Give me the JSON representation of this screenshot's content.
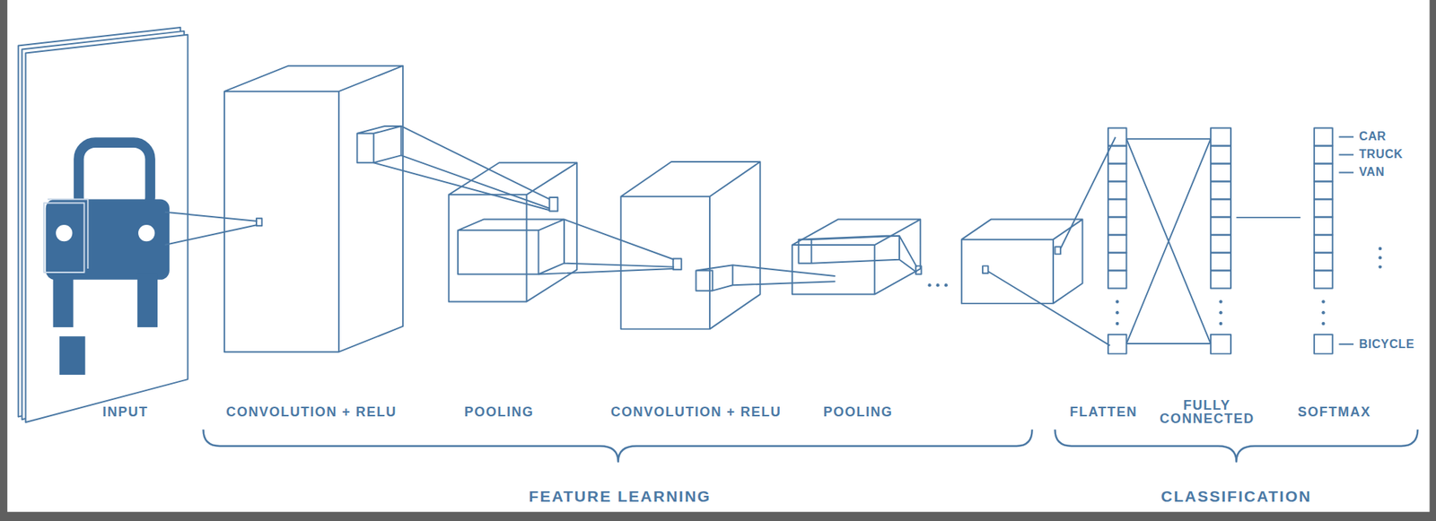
{
  "diagram": {
    "labels": [
      "INPUT",
      "CONVOLUTION + RELU",
      "POOLING",
      "CONVOLUTION + RELU",
      "POOLING",
      "FLATTEN",
      "FULLY CONNECTED",
      "SOFTMAX",
      "FEATURE LEARNING",
      "CLASSIFICATION",
      "CAR",
      "TRUCK",
      "VAN",
      "BICYCLE"
    ]
  }
}
